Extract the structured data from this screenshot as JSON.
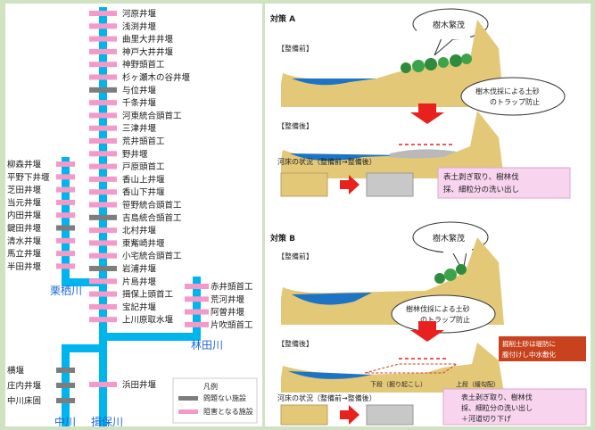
{
  "river_map": {
    "rivers": {
      "kurusugawa": "栗栖川",
      "hayashidagawa": "林田川",
      "nakagawa": "中川",
      "ibogawa": "揖保川"
    },
    "main_weirs": [
      "河原井堰",
      "浅渕井堰",
      "曲里大井井堰",
      "神戸大井井堰",
      "神野頭首工",
      "杉ヶ瀬木の谷井堰",
      "与位井堰",
      "千条井堰",
      "河東統合頭首工",
      "三津井堰",
      "荒井頭首工",
      "野井堰",
      "戸原頭首工",
      "香山上井堰",
      "香山下井堰",
      "笹野統合頭首工",
      "吉島統合頭首工",
      "北村井堰",
      "東觜崎井堰",
      "小宅統合頭首工",
      "岩浦井堰",
      "片島井堰",
      "揖保上頭首工",
      "宝記井堰",
      "上川原取水堰",
      "浜田井堰"
    ],
    "main_weir_types": [
      "pink",
      "pink",
      "pink",
      "pink",
      "pink",
      "pink",
      "gray",
      "pink",
      "pink",
      "pink",
      "pink",
      "pink",
      "pink",
      "pink",
      "pink",
      "pink",
      "gray",
      "pink",
      "pink",
      "pink",
      "gray",
      "pink",
      "pink",
      "pink",
      "pink",
      "pink"
    ],
    "kurusu_weirs": [
      "柳森井堰",
      "平野下井堰",
      "芝田井堰",
      "当元井堰",
      "内田井堰",
      "鍵田井堰",
      "清水井堰",
      "馬立井堰",
      "半田井堰"
    ],
    "kurusu_weir_types": [
      "pink",
      "pink",
      "pink",
      "pink",
      "pink",
      "gray",
      "pink",
      "pink",
      "pink"
    ],
    "hayashida_weirs": [
      "赤井頭首工",
      "荒河井堰",
      "阿曽井堰",
      "片吹頭首工"
    ],
    "hayashida_weir_types": [
      "pink",
      "pink",
      "pink",
      "pink"
    ],
    "naka_weirs": [
      "横堰",
      "庄内井堰",
      "中川床固"
    ],
    "naka_weir_types": [
      "gray",
      "gray",
      "gray"
    ],
    "legend": {
      "title": "凡例",
      "no_problem": "問題ない施設",
      "obstacle": "阻害となる施設"
    },
    "colors": {
      "river": "#00b4ee",
      "pink": "#f49ac9",
      "gray": "#7d7d7d",
      "river_label": "#1f64d6"
    }
  },
  "measures": {
    "a": {
      "title": "対策 A",
      "before": "【整備前】",
      "after": "【整備後】",
      "bubble": "樹木繁茂",
      "trap_note": "樹木伐採による土砂のトラップ防止",
      "riverbed_status": "河床の状況（整備前→整備後）",
      "action_note": "表土剥ぎ取り、樹林伐採、細粒分の洗い出し"
    },
    "b": {
      "title": "対策 B",
      "before": "【整備前】",
      "after": "【整備後】",
      "bubble": "樹木繁茂",
      "trap_note": "樹林伐採による土砂のトラップ防止",
      "excavation_note": "掘削土砂は堤防に腹付けし中水敷化",
      "lower_tier": "下段（掘り起こし）",
      "upper_tier": "上段（緩勾配）",
      "riverbed_status": "河床の状況（整備前→整備後）",
      "action_note": "表土剥ぎ取り、樹林伐採、細粒分の洗い出し＋河道切り下げ"
    }
  }
}
